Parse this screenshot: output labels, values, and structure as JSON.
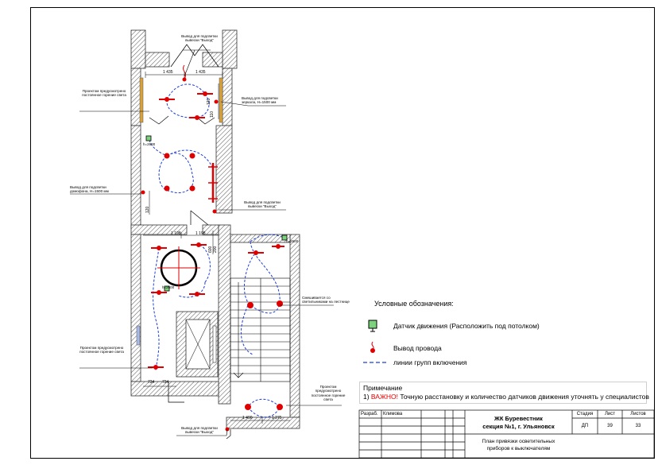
{
  "labels": {
    "exit_top": "Вывод для подсветки вывески \"Выход\"",
    "exit_mid": "Вывод для подсветки вывески \"Выход\"",
    "exit_bottom": "Вывод для подсветки вывески \"Выход\"",
    "mirror_exit": "Вывод для подсветки зеркала, Н=1500 мм",
    "intercom_exit": "Вывод для подсветки домофона, Н=1500 мм",
    "permanent_1": "Проектом предусмотрено постоянное горение света",
    "permanent_2": "Проектом предусмотрено постоянное горение света",
    "permanent_3": "Проектом предусмотрено постоянное горение света",
    "stair_join": "Смешивается со светильниками на лестнице"
  },
  "dimensions": {
    "d1": "1 435",
    "d2": "1 435",
    "d3": "1 198",
    "d4": "1 198",
    "d5": "734",
    "d6": "734",
    "d7": "1 490",
    "d8": "1 275",
    "v1": "120",
    "v2": "110",
    "v3": "120",
    "v4": "600",
    "v5": "200"
  },
  "heights": {
    "h1": "h=2600",
    "h2": "h=2600",
    "h3": "h=2600"
  },
  "legend": {
    "title": "Условные обозначения:",
    "sensor": "Датчик движения (Расположить под потолком)",
    "wire": "Вывод провода",
    "lines": "линии групп включения"
  },
  "note": {
    "title": "Примечание",
    "prefix": "1) ",
    "warning": "ВАЖНО!",
    "text": " Точную расстановку и количество датчиков движения уточнять у специалистов"
  },
  "title_block": {
    "role": "Разраб.",
    "person": "Климова",
    "project_line1": "ЖК Буревестник",
    "project_line2": "секция №1, г. Ульяновск",
    "stage_label": "Стадия",
    "sheet_label": "Лист",
    "sheets_label": "Листов",
    "stage": "ДП",
    "sheet": "39",
    "sheets": "33",
    "drawing_line1": "План привязки осветительных",
    "drawing_line2": "приборов к выключателям"
  },
  "colors": {
    "wall": "#b0b0b0",
    "lamp": "#e00000",
    "group_line": "#1f3fd6",
    "sensor_fill": "#7dd37d",
    "door_fill": "#d9a13b"
  }
}
